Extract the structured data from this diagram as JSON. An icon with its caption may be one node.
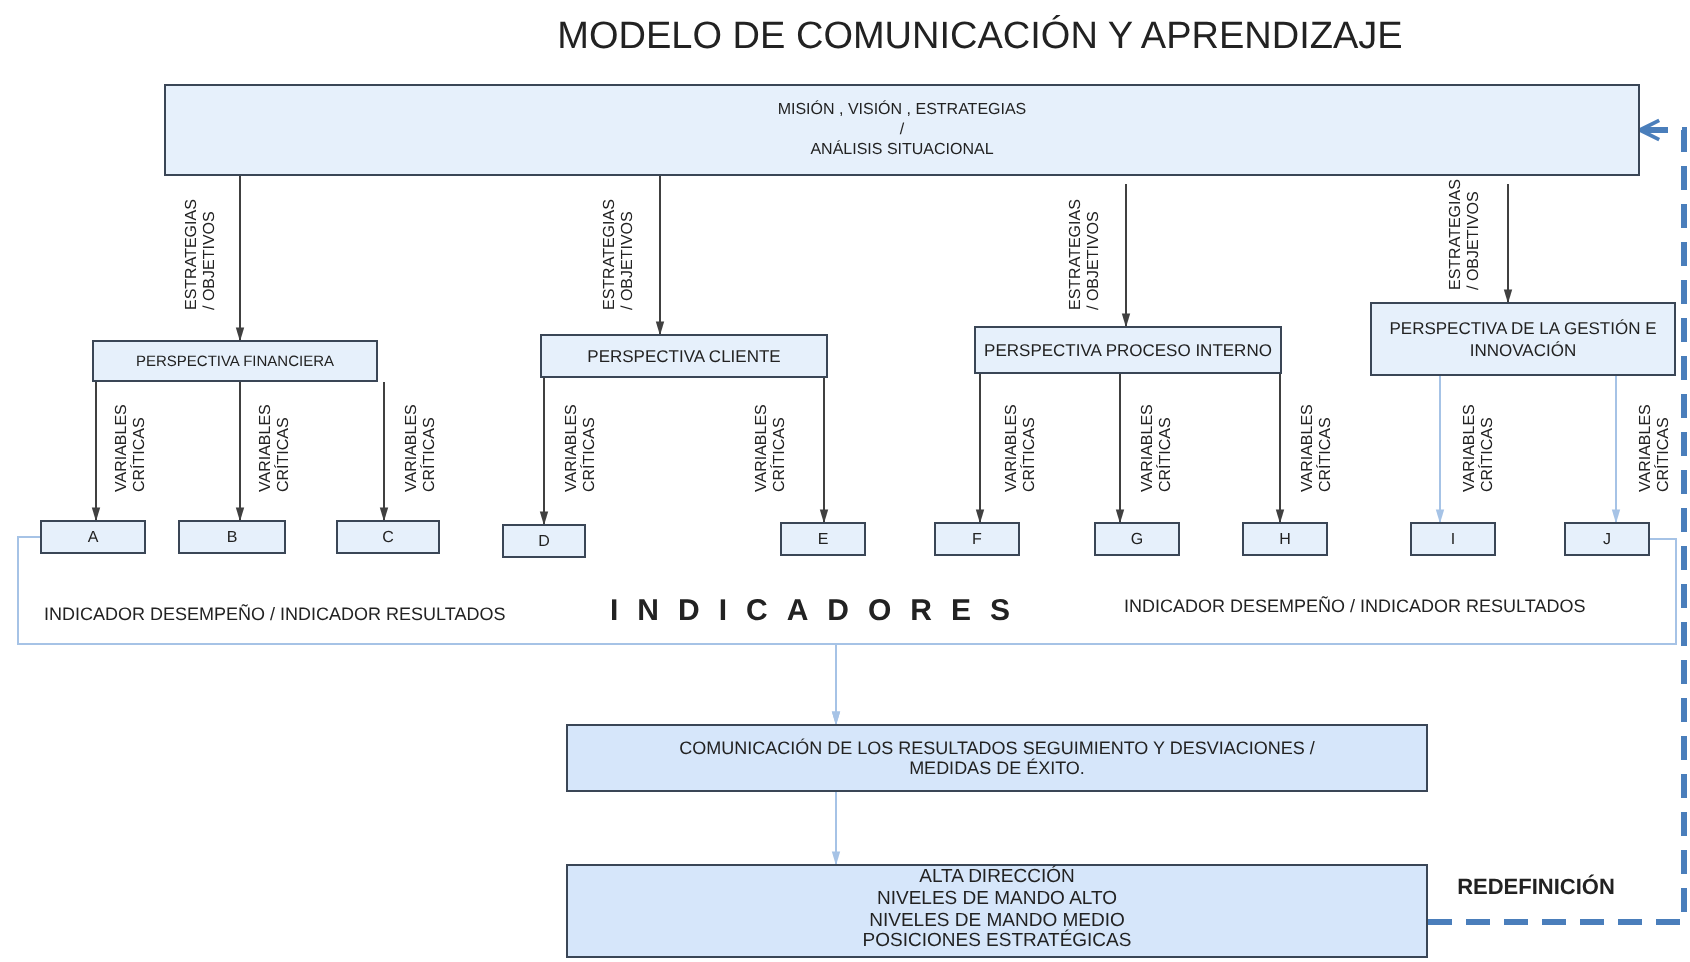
{
  "diagram": {
    "title": "MODELO DE COMUNICACIÓN Y APRENDIZAJE",
    "nodes": [
      {
        "text": [
          "MISIÓN , VISIÓN , ESTRATEGIAS",
          "/",
          "ANÁLISIS SITUACIONAL"
        ]
      },
      {
        "text": [
          "PERSPECTIVA FINANCIERA"
        ]
      },
      {
        "text": [
          "PERSPECTIVA CLIENTE"
        ]
      },
      {
        "text": [
          "PERSPECTIVA PROCESO INTERNO"
        ]
      },
      {
        "text": [
          "PERSPECTIVA DE LA GESTIÓN E INNOVACIÓN"
        ]
      },
      {
        "text": [
          "A"
        ]
      },
      {
        "text": [
          "B"
        ]
      },
      {
        "text": [
          "C"
        ]
      },
      {
        "text": [
          "D"
        ]
      },
      {
        "text": [
          "E"
        ]
      },
      {
        "text": [
          "F"
        ]
      },
      {
        "text": [
          "G"
        ]
      },
      {
        "text": [
          "H"
        ]
      },
      {
        "text": [
          "I"
        ]
      },
      {
        "text": [
          "J"
        ]
      },
      {
        "text": [
          "COMUNICACIÓN DE LOS RESULTADOS SEGUIMIENTO Y DESVIACIONES / MEDIDAS DE ÉXITO."
        ]
      },
      {
        "text": [
          "ALTA DIRECCIÓN",
          "NIVELES DE MANDO ALTO",
          "NIVELES DE MANDO MEDIO",
          "POSICIONES ESTRATÉGICAS"
        ]
      }
    ],
    "edges": [
      {
        "from": 0,
        "to": 1,
        "arrow": "to",
        "label": "ESTRATEGIAS / OBJETIVOS"
      },
      {
        "from": 0,
        "to": 2,
        "arrow": "to",
        "label": "ESTRATEGIAS / OBJETIVOS"
      },
      {
        "from": 0,
        "to": 3,
        "arrow": "to",
        "label": "ESTRATEGIAS / OBJETIVOS"
      },
      {
        "from": 0,
        "to": 4,
        "arrow": "to",
        "label": "ESTRATEGIAS / OBJETIVOS"
      },
      {
        "from": 1,
        "to": 5,
        "arrow": "to",
        "label": "VARIABLES CRÍTICAS"
      },
      {
        "from": 1,
        "to": 6,
        "arrow": "to",
        "label": "VARIABLES CRÍTICAS"
      },
      {
        "from": 1,
        "to": 7,
        "arrow": "to",
        "label": "VARIABLES CRÍTICAS"
      },
      {
        "from": 2,
        "to": 8,
        "arrow": "to",
        "label": "VARIABLES CRÍTICAS"
      },
      {
        "from": 2,
        "to": 9,
        "arrow": "to",
        "label": "VARIABLES CRÍTICAS"
      },
      {
        "from": 3,
        "to": 10,
        "arrow": "to",
        "label": "VARIABLES CRÍTICAS"
      },
      {
        "from": 3,
        "to": 11,
        "arrow": "to",
        "label": "VARIABLES CRÍTICAS"
      },
      {
        "from": 3,
        "to": 12,
        "arrow": "to",
        "label": "VARIABLES CRÍTICAS"
      },
      {
        "from": 4,
        "to": 13,
        "arrow": "to",
        "label": "VARIABLES CRÍTICAS",
        "color": "#a6c3e6"
      },
      {
        "from": 4,
        "to": 14,
        "arrow": "to",
        "label": "VARIABLES CRÍTICAS",
        "color": "#a6c3e6"
      },
      {
        "from": 5,
        "to": 15,
        "arrow": "to",
        "color": "#a6c3e6"
      },
      {
        "from": 14,
        "to": 15,
        "arrow": "to",
        "color": "#a6c3e6"
      },
      {
        "from": 15,
        "to": 16,
        "arrow": "to",
        "color": "#a6c3e6"
      },
      {
        "from": 16,
        "to": 0,
        "arrow": "to",
        "label": "REDEFINICIÓN",
        "style": "dashed",
        "color": "#4a7ebb"
      }
    ],
    "labels": [
      "INDICADOR DESEMPEÑO / INDICADOR RESULTADOS",
      "INDICADORES",
      "INDICADOR DESEMPEÑO / INDICADOR RESULTADOS"
    ]
  }
}
